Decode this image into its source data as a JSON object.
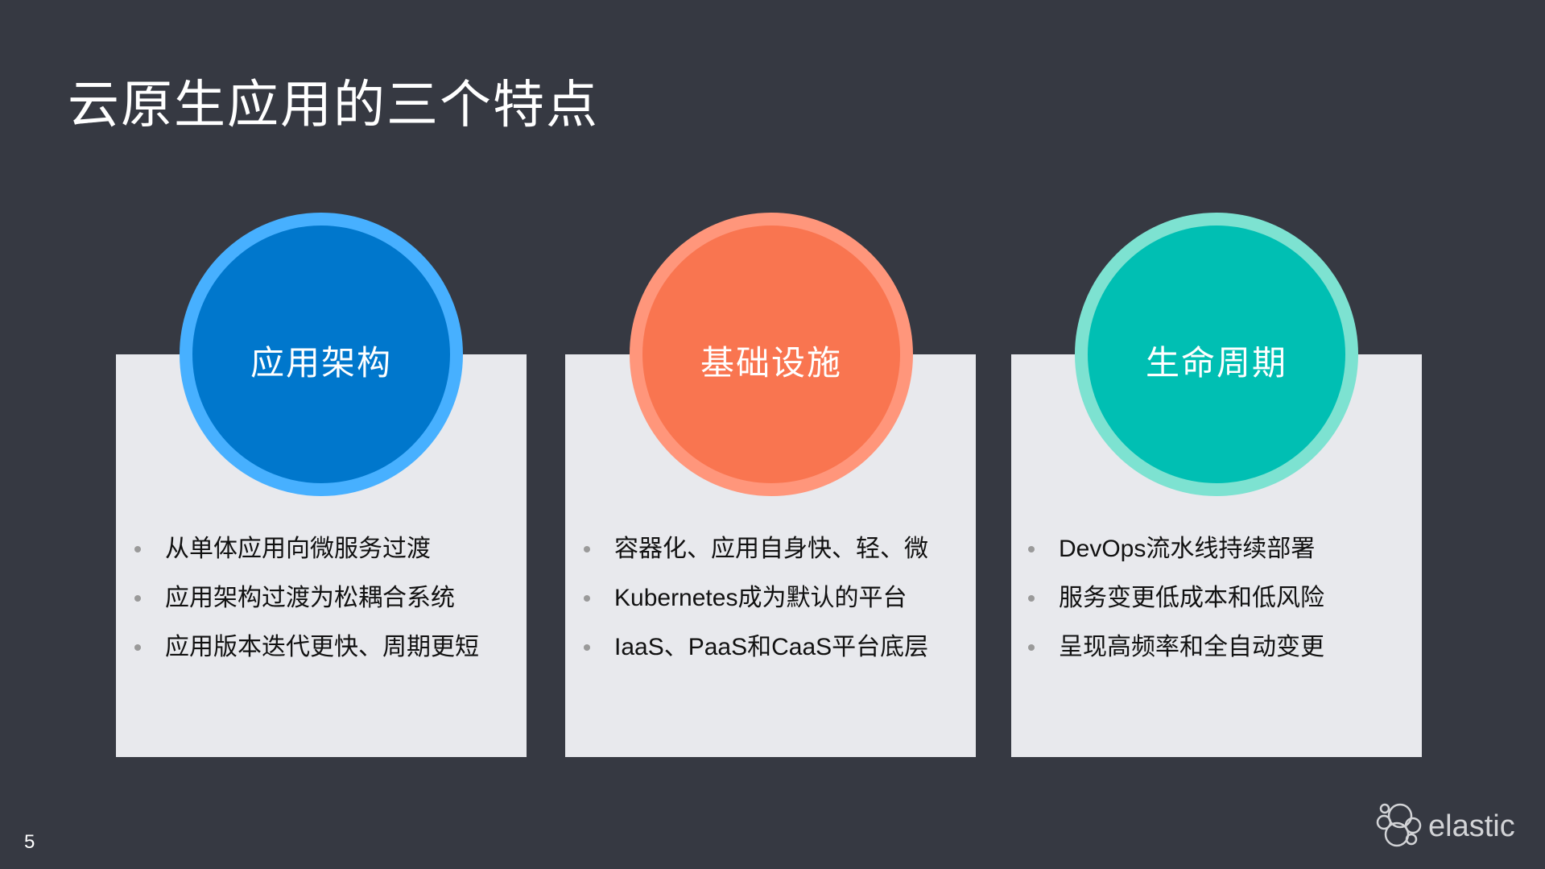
{
  "slide": {
    "title": "云原生应用的三个特点",
    "page_number": "5",
    "background": "#363942"
  },
  "columns": [
    {
      "heading": "应用架构",
      "fill_color": "#0077CC",
      "ring_color": "#47B0FF",
      "bullets": [
        "从单体应用向微服务过渡",
        "应用架构过渡为松耦合系统",
        "应用版本迭代更快、周期更短"
      ]
    },
    {
      "heading": "基础设施",
      "fill_color": "#F97550",
      "ring_color": "#FF967B",
      "bullets": [
        "容器化、应用自身快、轻、微",
        "Kubernetes成为默认的平台",
        "IaaS、PaaS和CaaS平台底层"
      ]
    },
    {
      "heading": "生命周期",
      "fill_color": "#00BFB3",
      "ring_color": "#7DE2D1",
      "bullets": [
        "DevOps流水线持续部署",
        "服务变更低成本和低风险",
        "呈现高频率和全自动变更"
      ]
    }
  ],
  "logo": {
    "icon": "elastic-logo-icon",
    "text": "elastic"
  }
}
